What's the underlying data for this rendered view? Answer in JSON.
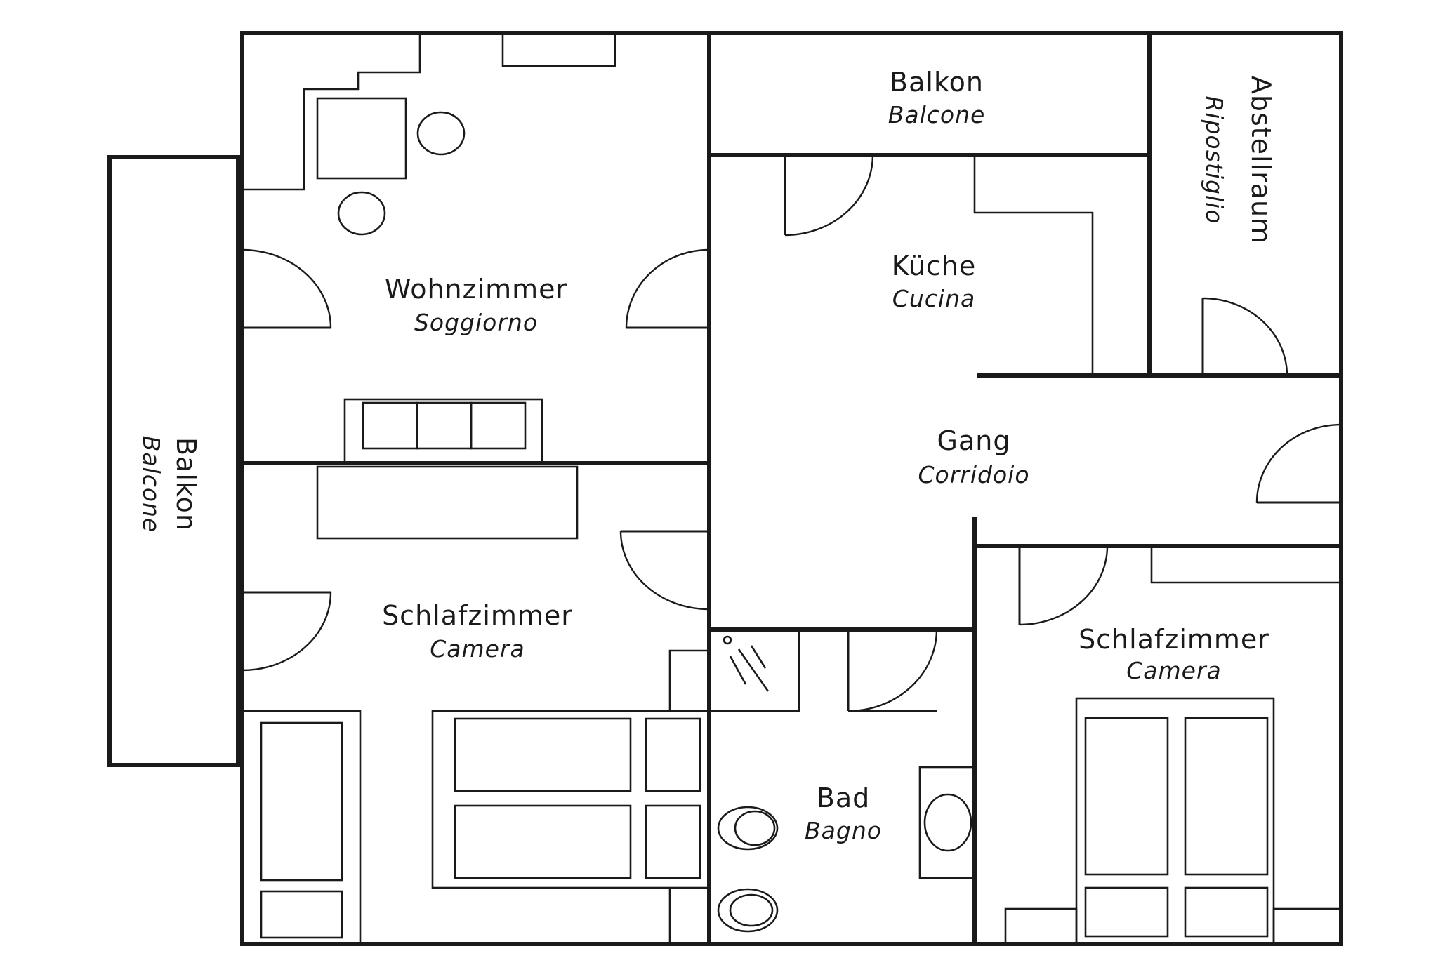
{
  "rooms": {
    "balcony_top": {
      "de": "Balkon",
      "it": "Balcone"
    },
    "storage": {
      "de": "Abstellraum",
      "it": "Ripostiglio"
    },
    "living": {
      "de": "Wohnzimmer",
      "it": "Soggiorno"
    },
    "kitchen": {
      "de": "Küche",
      "it": "Cucina"
    },
    "balcony_left": {
      "de": "Balkon",
      "it": "Balcone"
    },
    "hallway": {
      "de": "Gang",
      "it": "Corridoio"
    },
    "bedroom_left": {
      "de": "Schlafzimmer",
      "it": "Camera"
    },
    "bedroom_right": {
      "de": "Schlafzimmer",
      "it": "Camera"
    },
    "bathroom": {
      "de": "Bad",
      "it": "Bagno"
    }
  },
  "colors": {
    "line": "#1a1a1a",
    "background": "#ffffff"
  }
}
